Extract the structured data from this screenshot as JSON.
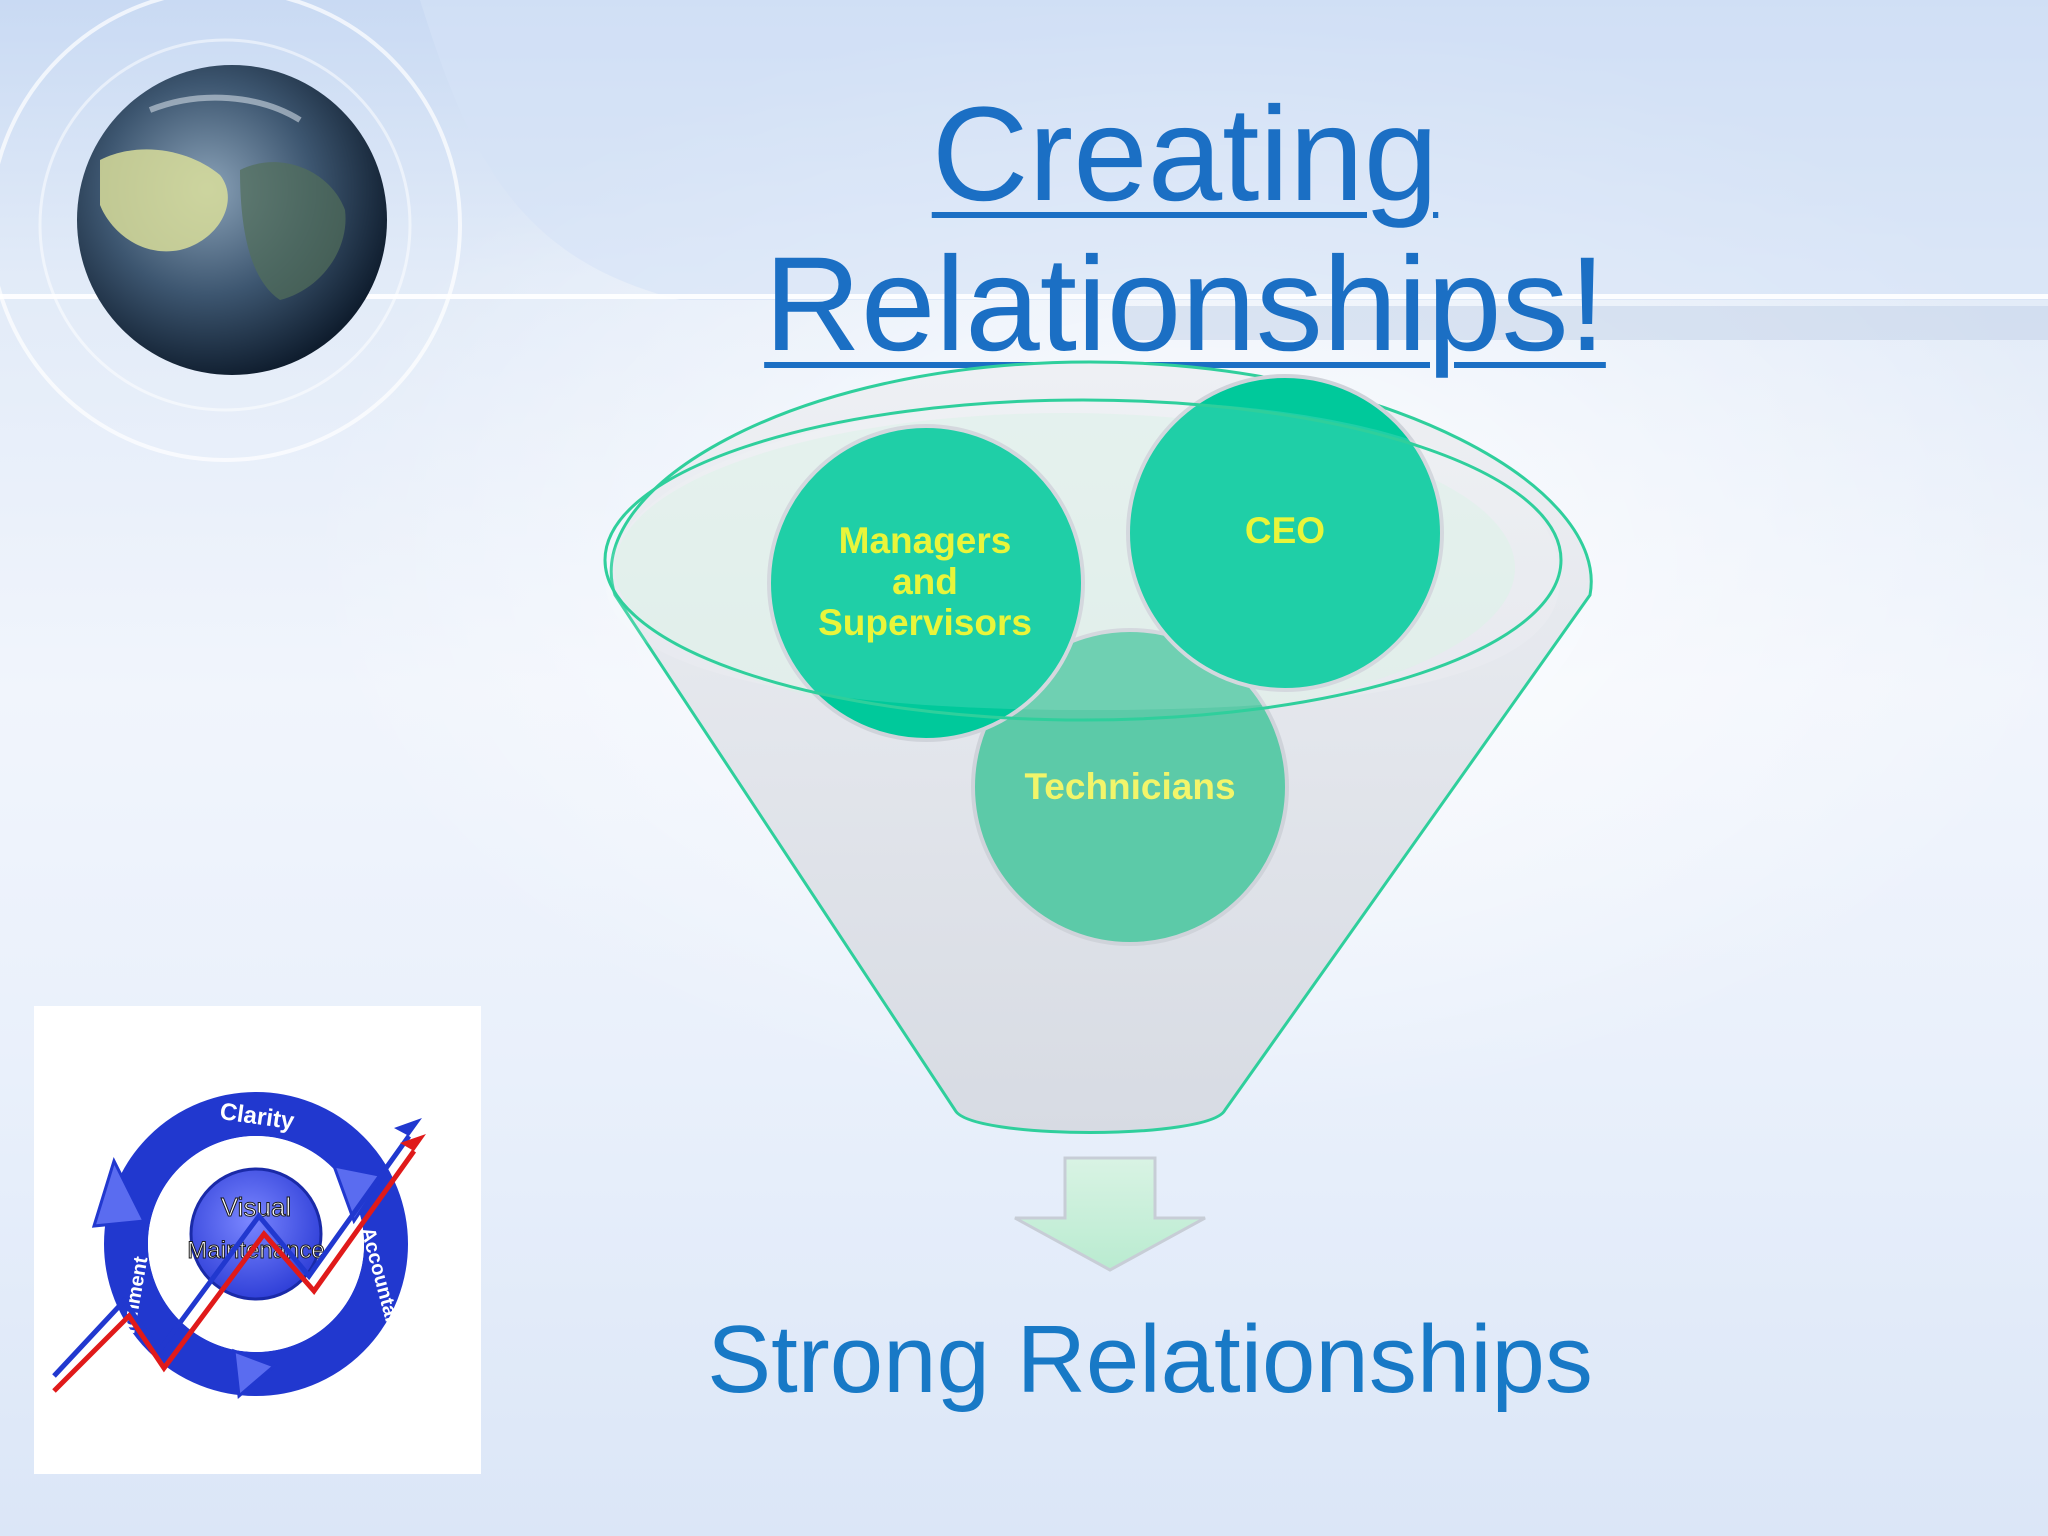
{
  "slide": {
    "title": "Creating Relationships!",
    "funnel": {
      "circles": [
        {
          "id": "managers",
          "label_lines": [
            "Managers",
            "and",
            "Supervisors"
          ]
        },
        {
          "id": "ceo",
          "label_lines": [
            "CEO"
          ]
        },
        {
          "id": "technicians",
          "label_lines": [
            "Technicians"
          ]
        }
      ],
      "result": "Strong Relationships"
    },
    "logo": {
      "words": [
        "Clarity",
        "Alignment",
        "Accountability",
        "Visual",
        "Maintenance"
      ]
    }
  },
  "colors": {
    "title": "#1b6fc4",
    "circle_fill": "#00c99b",
    "circle_label": "#e9f53a",
    "funnel_stroke": "#2fcf9c",
    "result_text": "#1879c6",
    "logo_blue": "#1f3fd0",
    "logo_red": "#e01a1a"
  }
}
